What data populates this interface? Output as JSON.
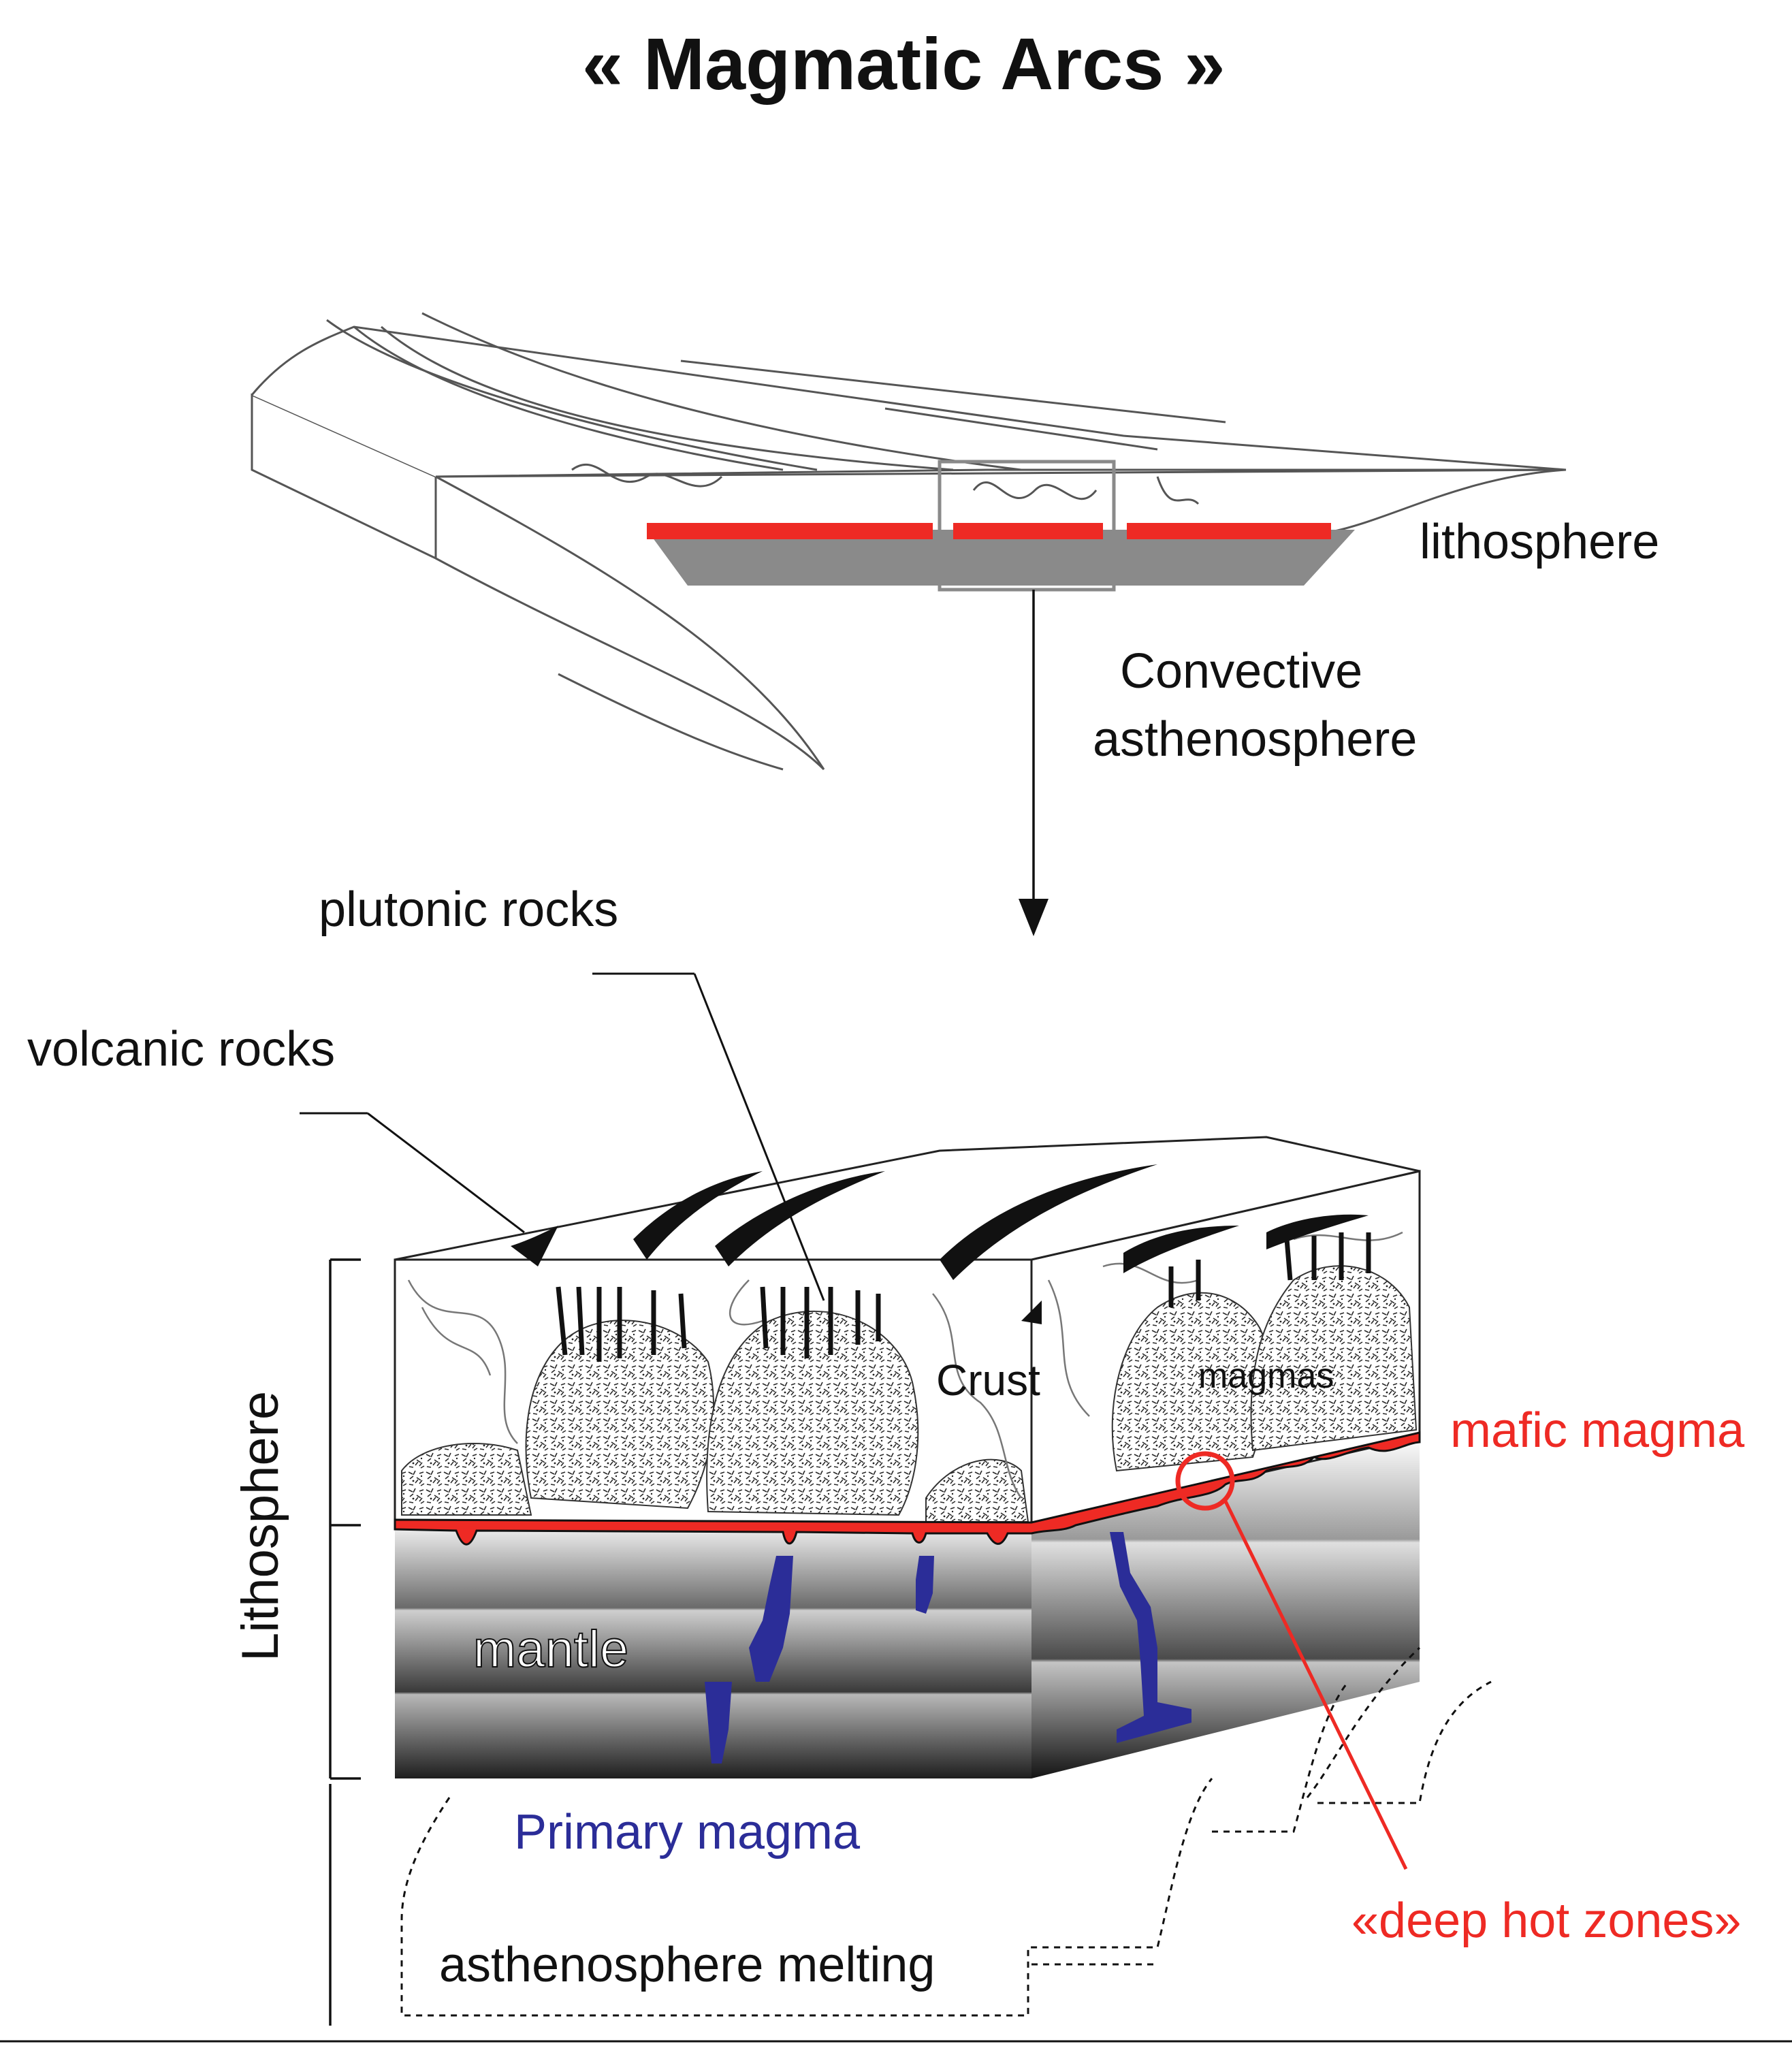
{
  "title": "« Magmatic Arcs »",
  "labels": {
    "lithosphere_top": "lithosphere",
    "convective_line1": "Convective",
    "convective_line2": "asthenosphere",
    "plutonic": "plutonic rocks",
    "volcanic": "volcanic rocks",
    "crust": "Crust",
    "magmas": "magmas",
    "mafic_magma": "mafic magma",
    "lithosphere_side": "Lithosphere",
    "mantle": "mantle",
    "primary_magma": "Primary magma",
    "deep_hot_zones": "«deep hot zones»",
    "asthenosphere_melting": "asthenosphere melting"
  },
  "colors": {
    "red": "#ee2a24",
    "blue": "#2b2d98",
    "gray": "#8a8a8a",
    "dark": "#111111"
  }
}
